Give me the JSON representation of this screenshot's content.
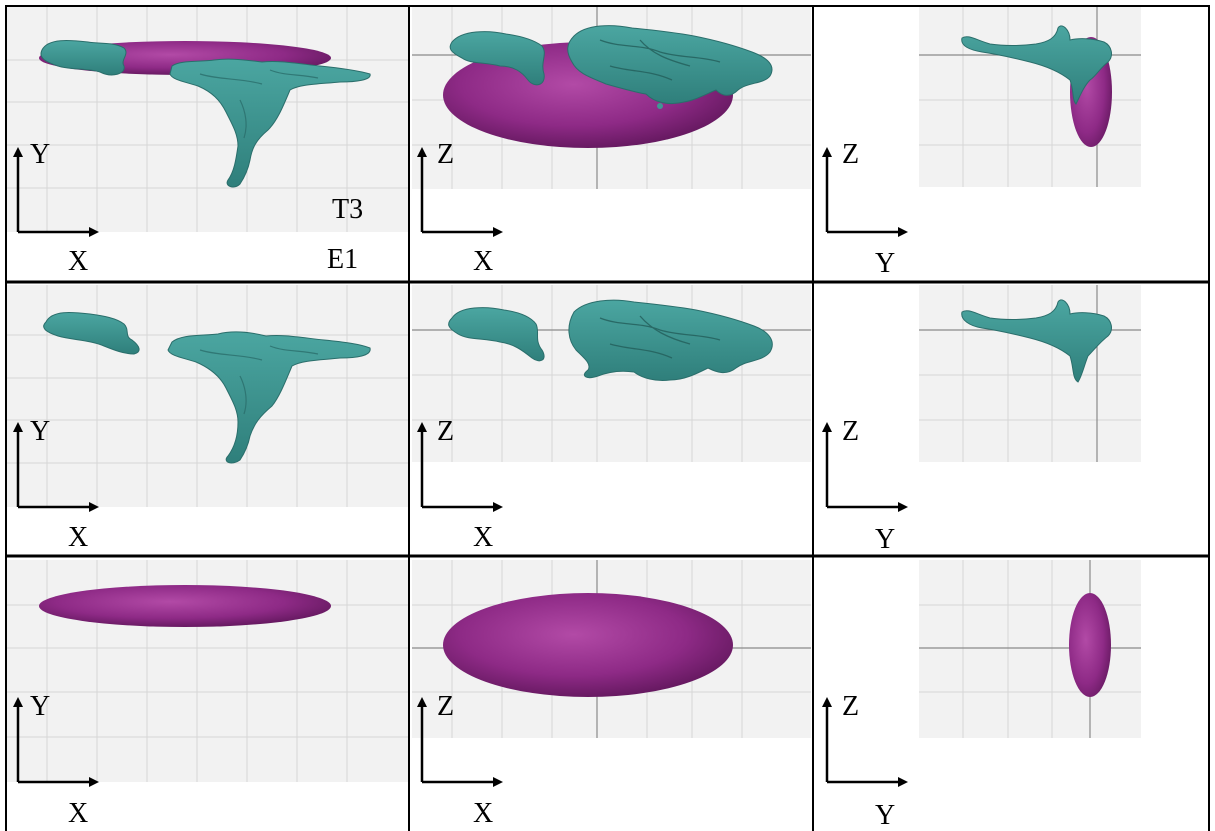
{
  "figure": {
    "panel_label": "T3",
    "panel_sublabel": "E1",
    "colors": {
      "grid_background": "#f2f2f2",
      "grid_line": "#d6d6d6",
      "crosshair": "#8a8a8a",
      "ellipsoid": "#8e2a86",
      "ellipsoid_highlight": "#b24aa6",
      "ellipsoid_shadow": "#5f165a",
      "cluster": "#3f9793",
      "cluster_dark": "#2a6e6b",
      "border": "#000000"
    },
    "rows": [
      {
        "name": "cluster-with-ellipsoid",
        "panels": [
          {
            "view": "xy",
            "horizontal_axis": "X",
            "vertical_axis": "Y",
            "shows_cluster": true,
            "shows_ellipsoid": true
          },
          {
            "view": "xz",
            "horizontal_axis": "X",
            "vertical_axis": "Z",
            "shows_cluster": true,
            "shows_ellipsoid": true
          },
          {
            "view": "yz",
            "horizontal_axis": "Y",
            "vertical_axis": "Z",
            "shows_cluster": true,
            "shows_ellipsoid": true
          }
        ]
      },
      {
        "name": "cluster-only",
        "panels": [
          {
            "view": "xy",
            "horizontal_axis": "X",
            "vertical_axis": "Y",
            "shows_cluster": true,
            "shows_ellipsoid": false
          },
          {
            "view": "xz",
            "horizontal_axis": "X",
            "vertical_axis": "Z",
            "shows_cluster": true,
            "shows_ellipsoid": false
          },
          {
            "view": "yz",
            "horizontal_axis": "Y",
            "vertical_axis": "Z",
            "shows_cluster": true,
            "shows_ellipsoid": false
          }
        ]
      },
      {
        "name": "ellipsoid-only",
        "panels": [
          {
            "view": "xy",
            "horizontal_axis": "X",
            "vertical_axis": "Y",
            "shows_cluster": false,
            "shows_ellipsoid": true
          },
          {
            "view": "xz",
            "horizontal_axis": "X",
            "vertical_axis": "Z",
            "shows_cluster": false,
            "shows_ellipsoid": true
          },
          {
            "view": "yz",
            "horizontal_axis": "Y",
            "vertical_axis": "Z",
            "shows_cluster": false,
            "shows_ellipsoid": true
          }
        ]
      }
    ]
  }
}
